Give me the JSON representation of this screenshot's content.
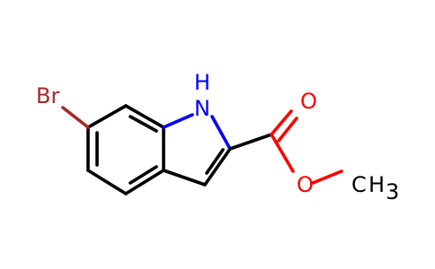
{
  "molecule": {
    "atoms": {
      "bromine": "Br",
      "nitrogen_hydrogen": "H",
      "nitrogen": "N",
      "carbonyl_oxygen": "O",
      "ester_oxygen": "O",
      "methyl_carbon": "C",
      "methyl_hydrogens": "H",
      "methyl_subscript": "3"
    },
    "colors": {
      "bond": "#000000",
      "bromine": "#a52a2a",
      "nitrogen": "#0000ff",
      "oxygen": "#ff0000",
      "carbon": "#000000"
    }
  }
}
